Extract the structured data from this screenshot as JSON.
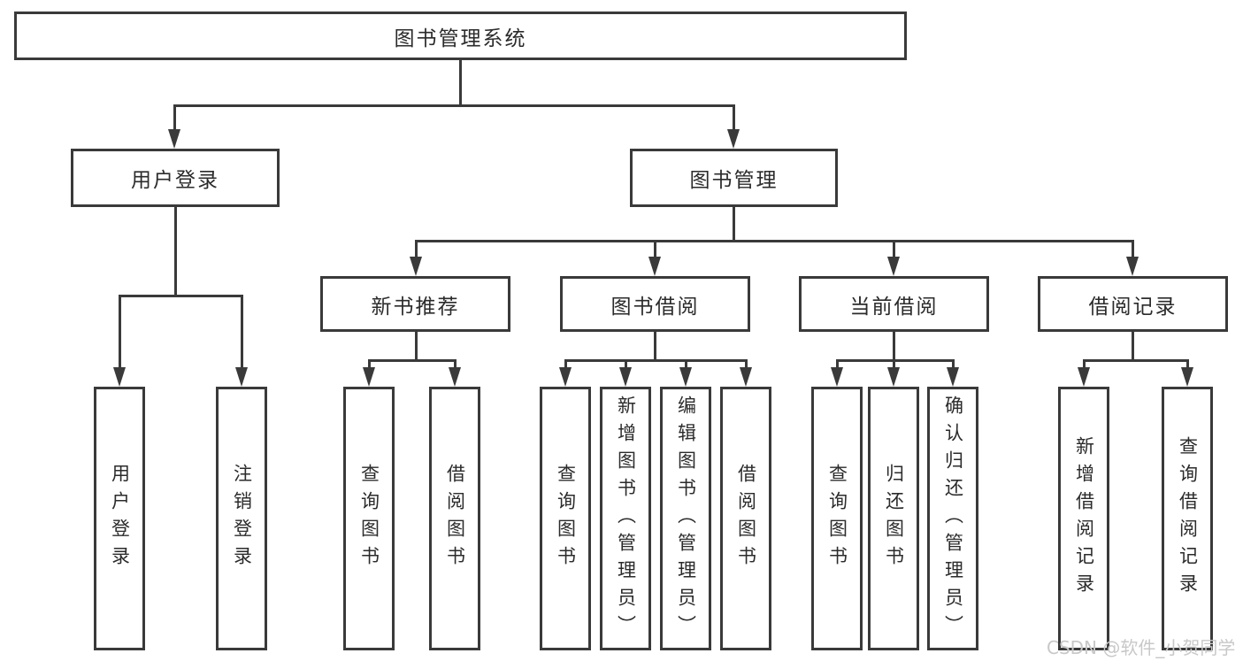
{
  "diagram": {
    "root": "图书管理系统",
    "level2": [
      "用户登录",
      "图书管理"
    ],
    "level3": [
      "新书推荐",
      "图书借阅",
      "当前借阅",
      "借阅记录"
    ],
    "leaves": [
      "用户登录",
      "注销登录",
      "查询图书",
      "借阅图书",
      "查询图书",
      "新增图书（管理员）",
      "编辑图书（管理员）",
      "借阅图书",
      "查询图书",
      "归还图书",
      "确认归还（管理员）",
      "新增借阅记录",
      "查询借阅记录"
    ]
  },
  "watermark": "CSDN @软件_小贺同学",
  "colors": {
    "line": "#3a3a3a",
    "text": "#2b2b2b",
    "background": "#ffffff",
    "watermark": "#c8c8c8"
  }
}
